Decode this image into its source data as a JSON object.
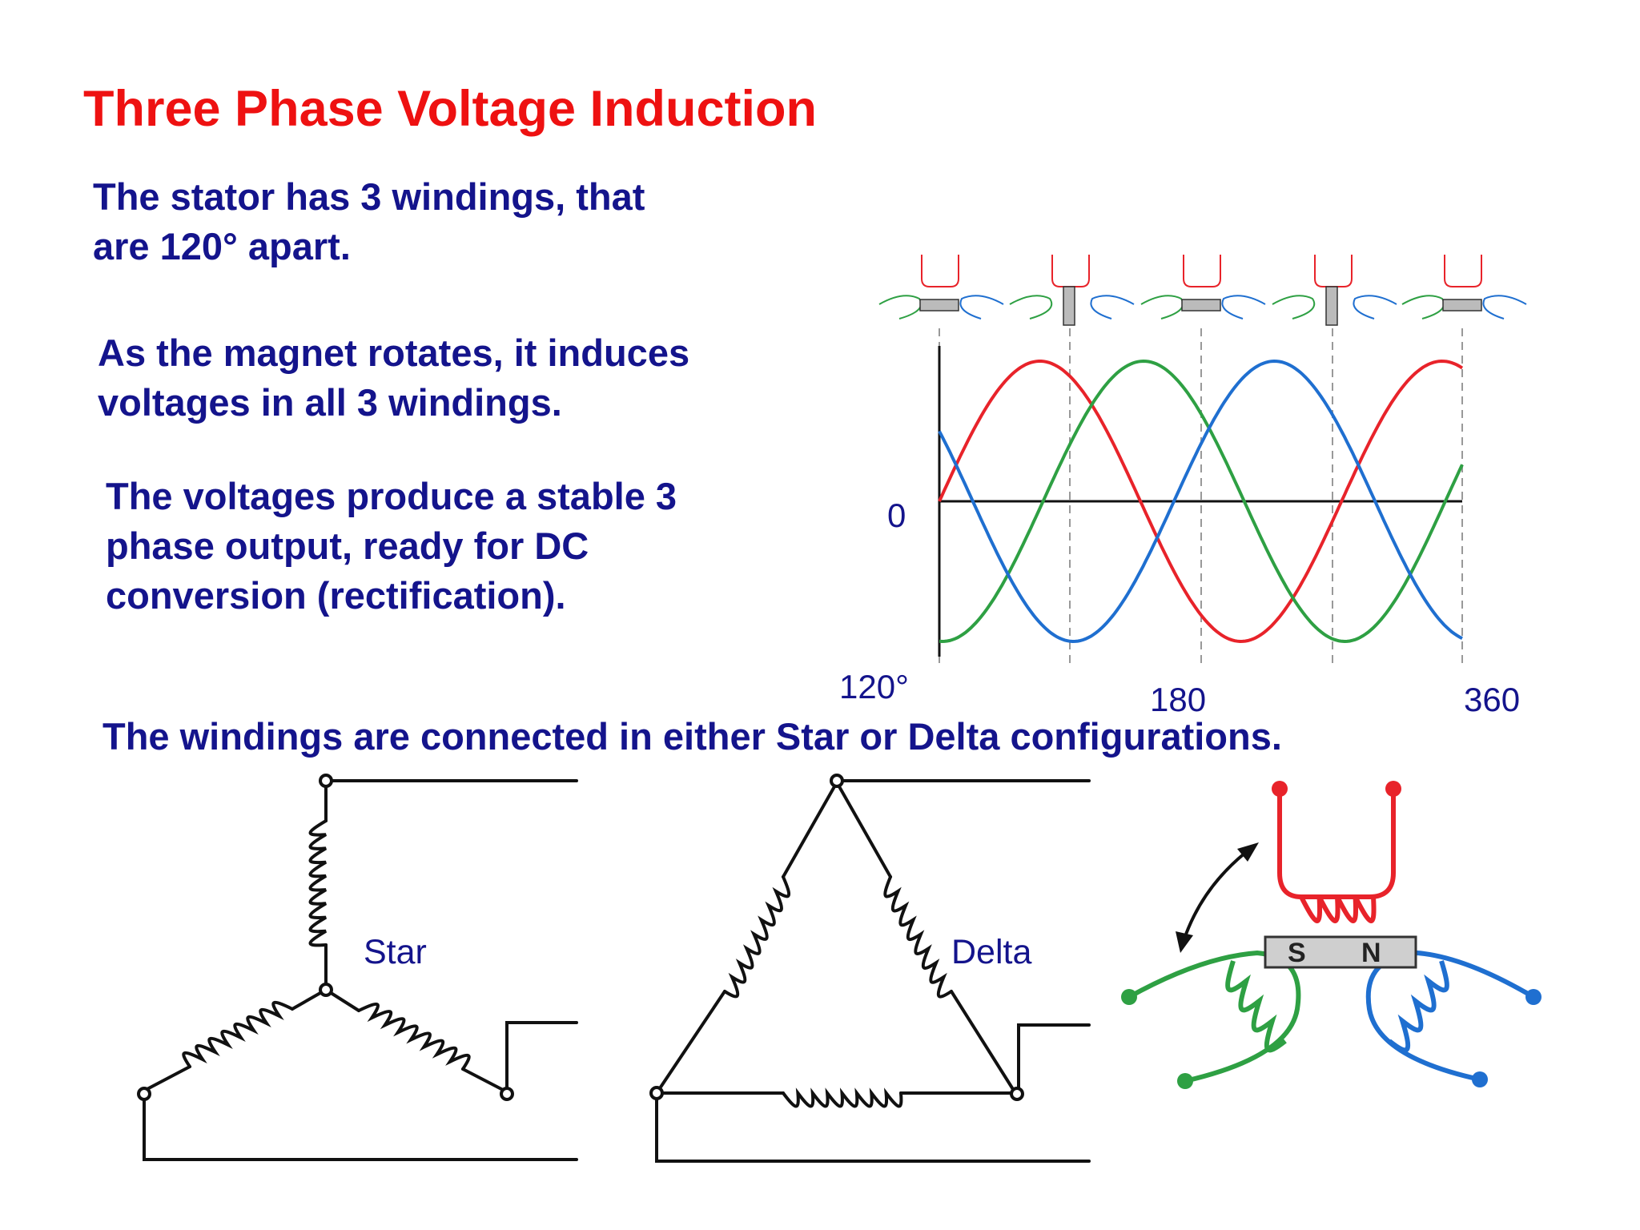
{
  "slide": {
    "title": "Three Phase Voltage Induction",
    "paragraphs": [
      {
        "line1": "The stator has 3 windings, that",
        "line2": "are 120° apart."
      },
      {
        "line1": "As the magnet rotates, it induces",
        "line2": "voltages in all 3 windings."
      },
      {
        "line1": "The voltages produce a stable 3",
        "line2": "phase output, ready for DC",
        "line3": "conversion (rectification)."
      }
    ],
    "footer_statement": "The windings are connected in either Star or Delta configurations."
  },
  "waveform": {
    "zero_label": "0",
    "tick_labels": [
      "120°",
      "180",
      "360"
    ],
    "colors": {
      "red": "#e8232a",
      "green": "#2ea043",
      "blue": "#1f6fd0"
    }
  },
  "diagrams": {
    "star_label": "Star",
    "delta_label": "Delta",
    "magnet_south": "S",
    "magnet_north": "N"
  }
}
